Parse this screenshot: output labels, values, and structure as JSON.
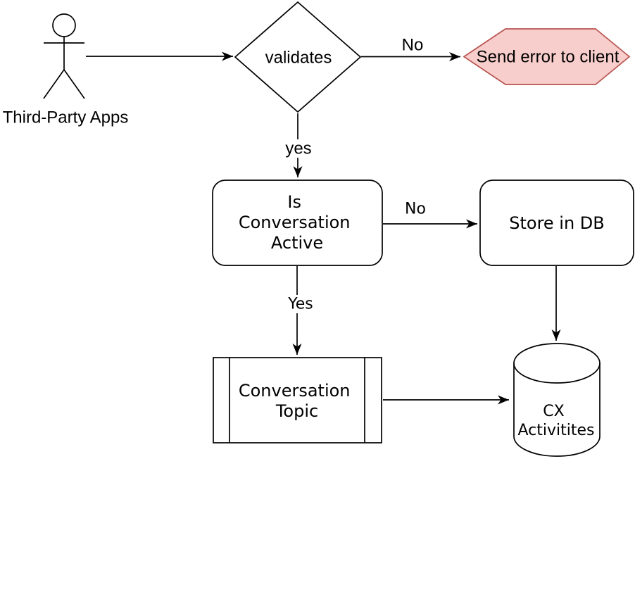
{
  "diagram": {
    "type": "flowchart",
    "background_color": "#ffffff",
    "colors": {
      "default_stroke": "#000000",
      "default_fill": "#ffffff",
      "error_hexagon_fill": "#f8cecc",
      "error_hexagon_stroke": "#b85450",
      "text": "#000000"
    },
    "actor": {
      "label": "Third-Party Apps"
    },
    "nodes": {
      "validates": {
        "type": "decision-diamond",
        "label": "validates"
      },
      "send_error": {
        "type": "hexagon",
        "label": "Send error to client"
      },
      "is_conversation_active": {
        "type": "rounded-rectangle",
        "lines": [
          "Is",
          "Conversation",
          "Active"
        ]
      },
      "store_in_db": {
        "type": "rounded-rectangle",
        "label": "Store in DB"
      },
      "conversation_topic": {
        "type": "predefined-process",
        "lines": [
          "Conversation",
          "Topic"
        ]
      },
      "cx_activities": {
        "type": "database-cylinder",
        "lines": [
          "CX",
          "Activitites"
        ]
      }
    },
    "edges": [
      {
        "from": "third_party_apps",
        "to": "validates",
        "label": ""
      },
      {
        "from": "validates",
        "to": "send_error",
        "label": "No"
      },
      {
        "from": "validates",
        "to": "is_conversation_active",
        "label": "yes"
      },
      {
        "from": "is_conversation_active",
        "to": "store_in_db",
        "label": "No"
      },
      {
        "from": "is_conversation_active",
        "to": "conversation_topic",
        "label": "Yes"
      },
      {
        "from": "store_in_db",
        "to": "cx_activities",
        "label": ""
      },
      {
        "from": "conversation_topic",
        "to": "cx_activities",
        "label": ""
      }
    ]
  }
}
